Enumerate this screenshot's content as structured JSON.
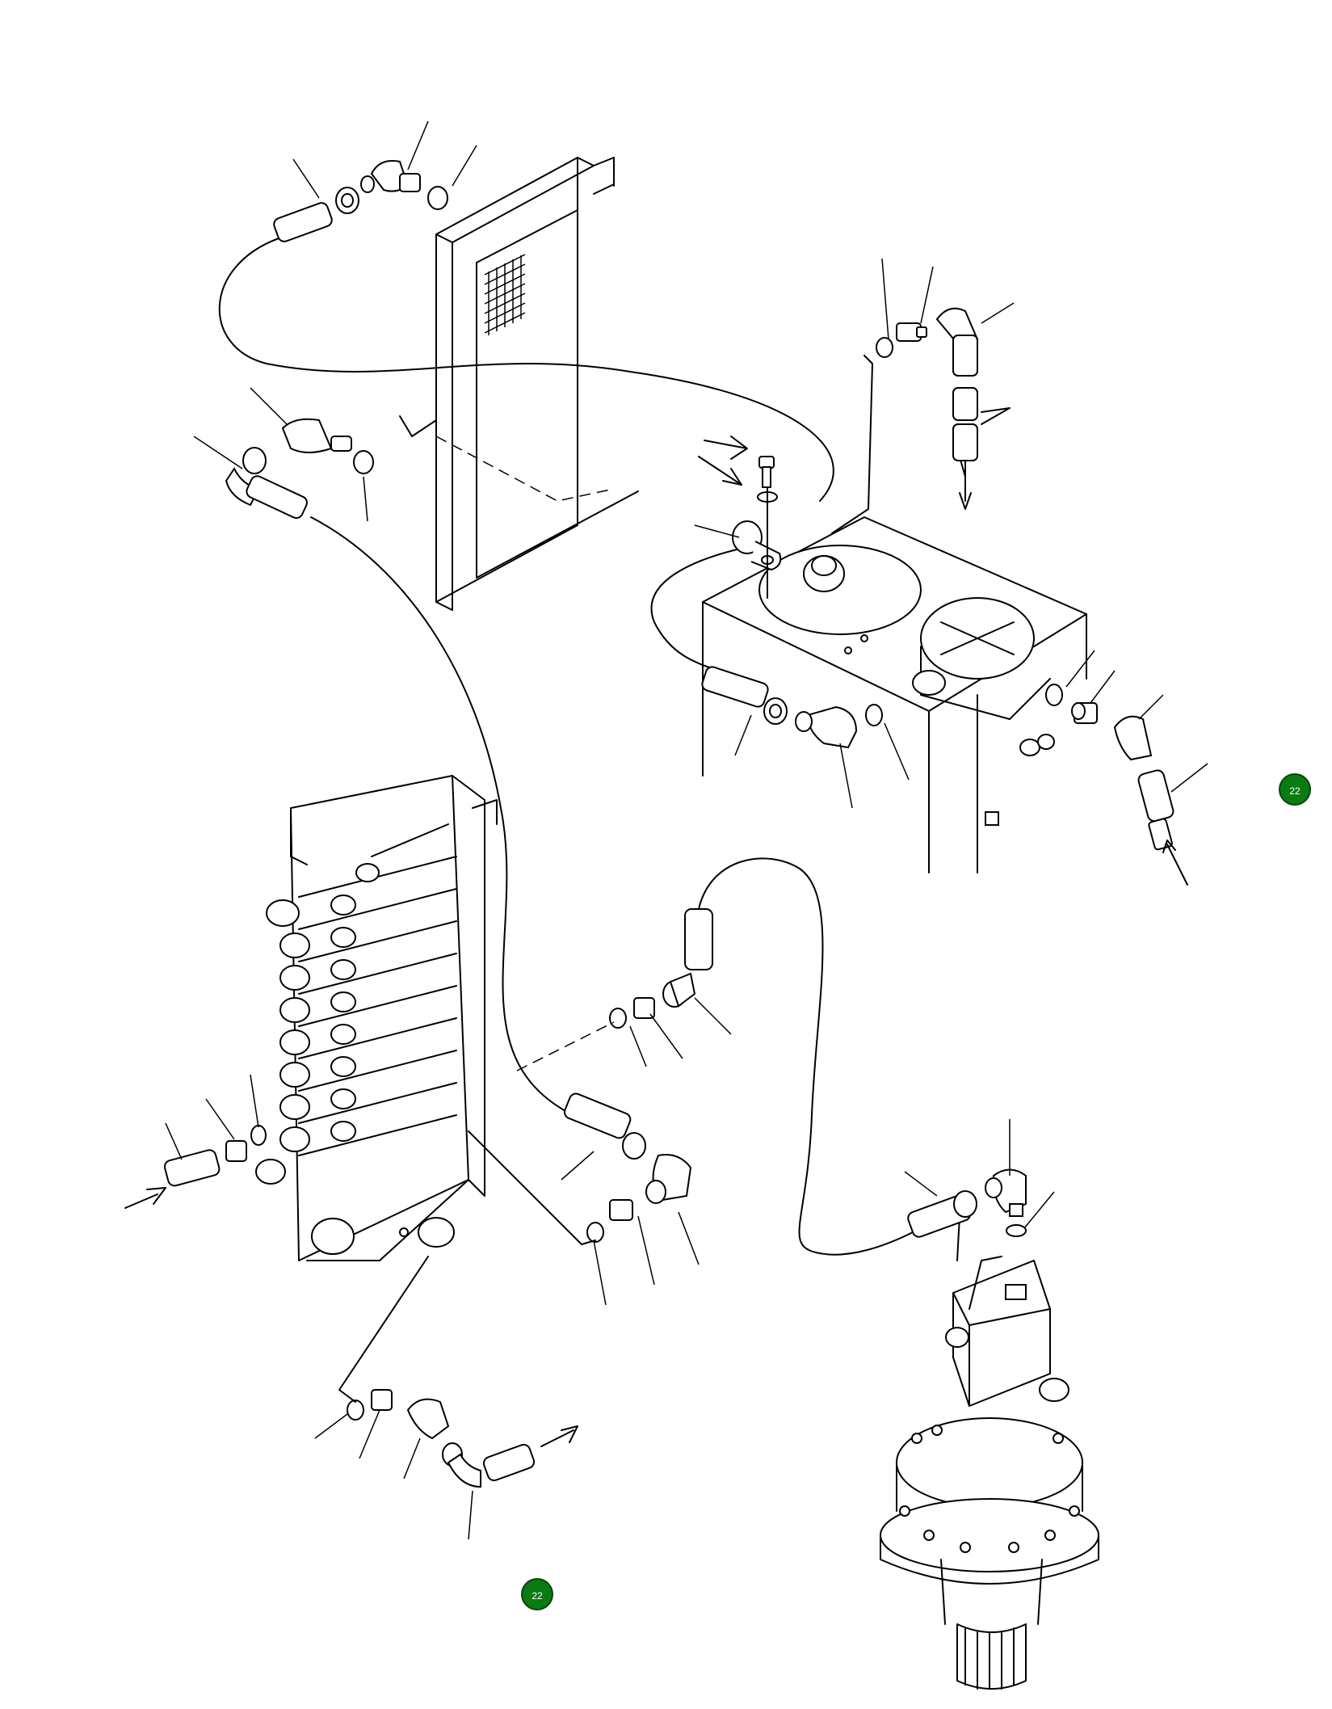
{
  "badges": {
    "right_label": "22",
    "bottom_label": "22"
  },
  "colors": {
    "badge_fill": "#0a7a12",
    "line": "#000000",
    "background": "#ffffff"
  },
  "parts": [
    "radiator",
    "hydraulic-tank",
    "control-valve",
    "swing-motor",
    "hose",
    "elbow-fitting",
    "adapter",
    "o-ring",
    "clamp",
    "bolt",
    "washer"
  ]
}
